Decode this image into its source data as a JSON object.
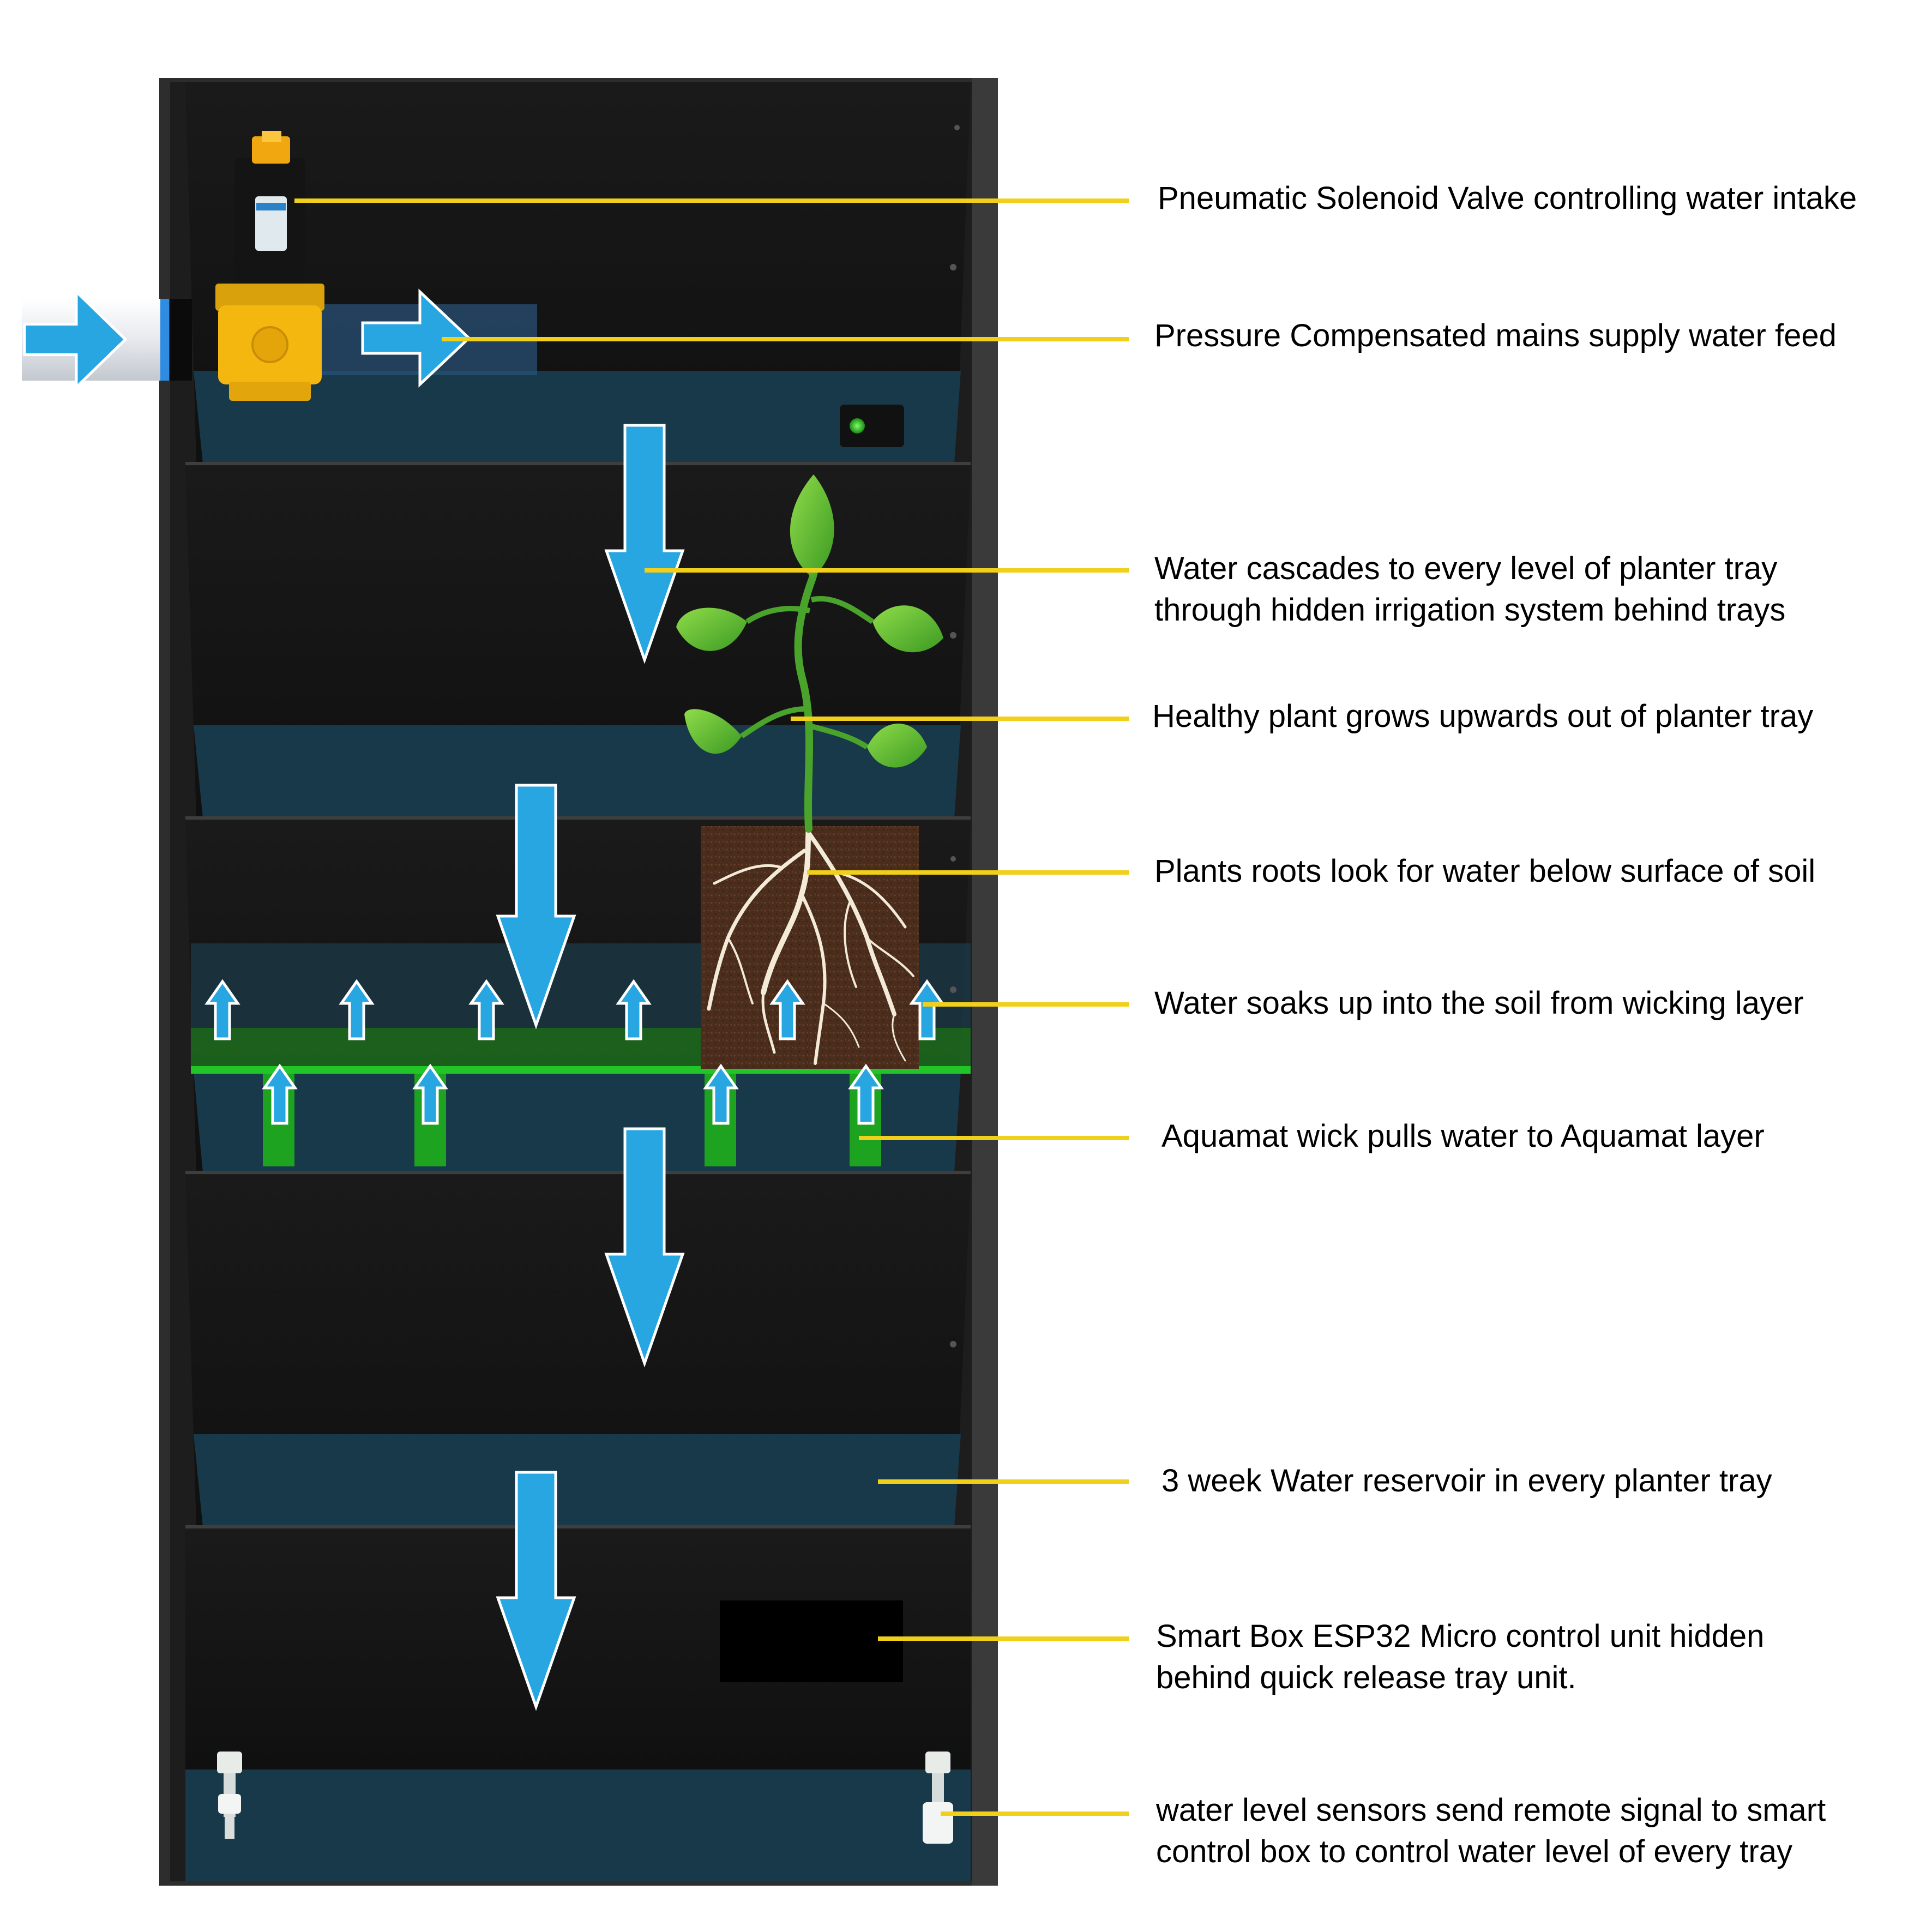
{
  "colors": {
    "background": "#ffffff",
    "panel": "#1b1b1b",
    "panel_frame": "#2c2c2c",
    "tray_face": "#151515",
    "reservoir": "#17394a",
    "flow_arrow": "#27a6e2",
    "leader_line": "#f0d01a",
    "aquamat": "#1ea321",
    "valve_body": "#f4b70f",
    "leaf": "#56b832",
    "soil": "#4a2d1c",
    "control_box": "#000000"
  },
  "icons": {
    "valve": "solenoid-valve-icon",
    "plant": "plant-icon",
    "roots": "roots-icon",
    "sensor": "float-sensor-icon",
    "switch": "power-switch-icon"
  },
  "labels": {
    "solenoid_valve": "Pneumatic Solenoid Valve controlling water intake",
    "water_feed": "Pressure Compensated mains  supply water feed",
    "cascade_1": "Water cascades to every level of planter tray",
    "cascade_2": "through hidden irrigation system behind trays",
    "healthy_plant": "Healthy plant grows upwards out of planter tray",
    "roots": "Plants roots look for water below surface of soil",
    "wicking": "Water soaks up into the soil from wicking layer",
    "aquamat": "Aquamat wick pulls water to Aquamat layer",
    "reservoir": "3 week Water reservoir  in every planter tray",
    "smart_box_1": "Smart Box ESP32 Micro control unit hidden",
    "smart_box_2": "behind quick release tray unit.",
    "sensors_1": "water level sensors send remote signal to smart",
    "sensors_2": "control box to control water level of every tray"
  }
}
